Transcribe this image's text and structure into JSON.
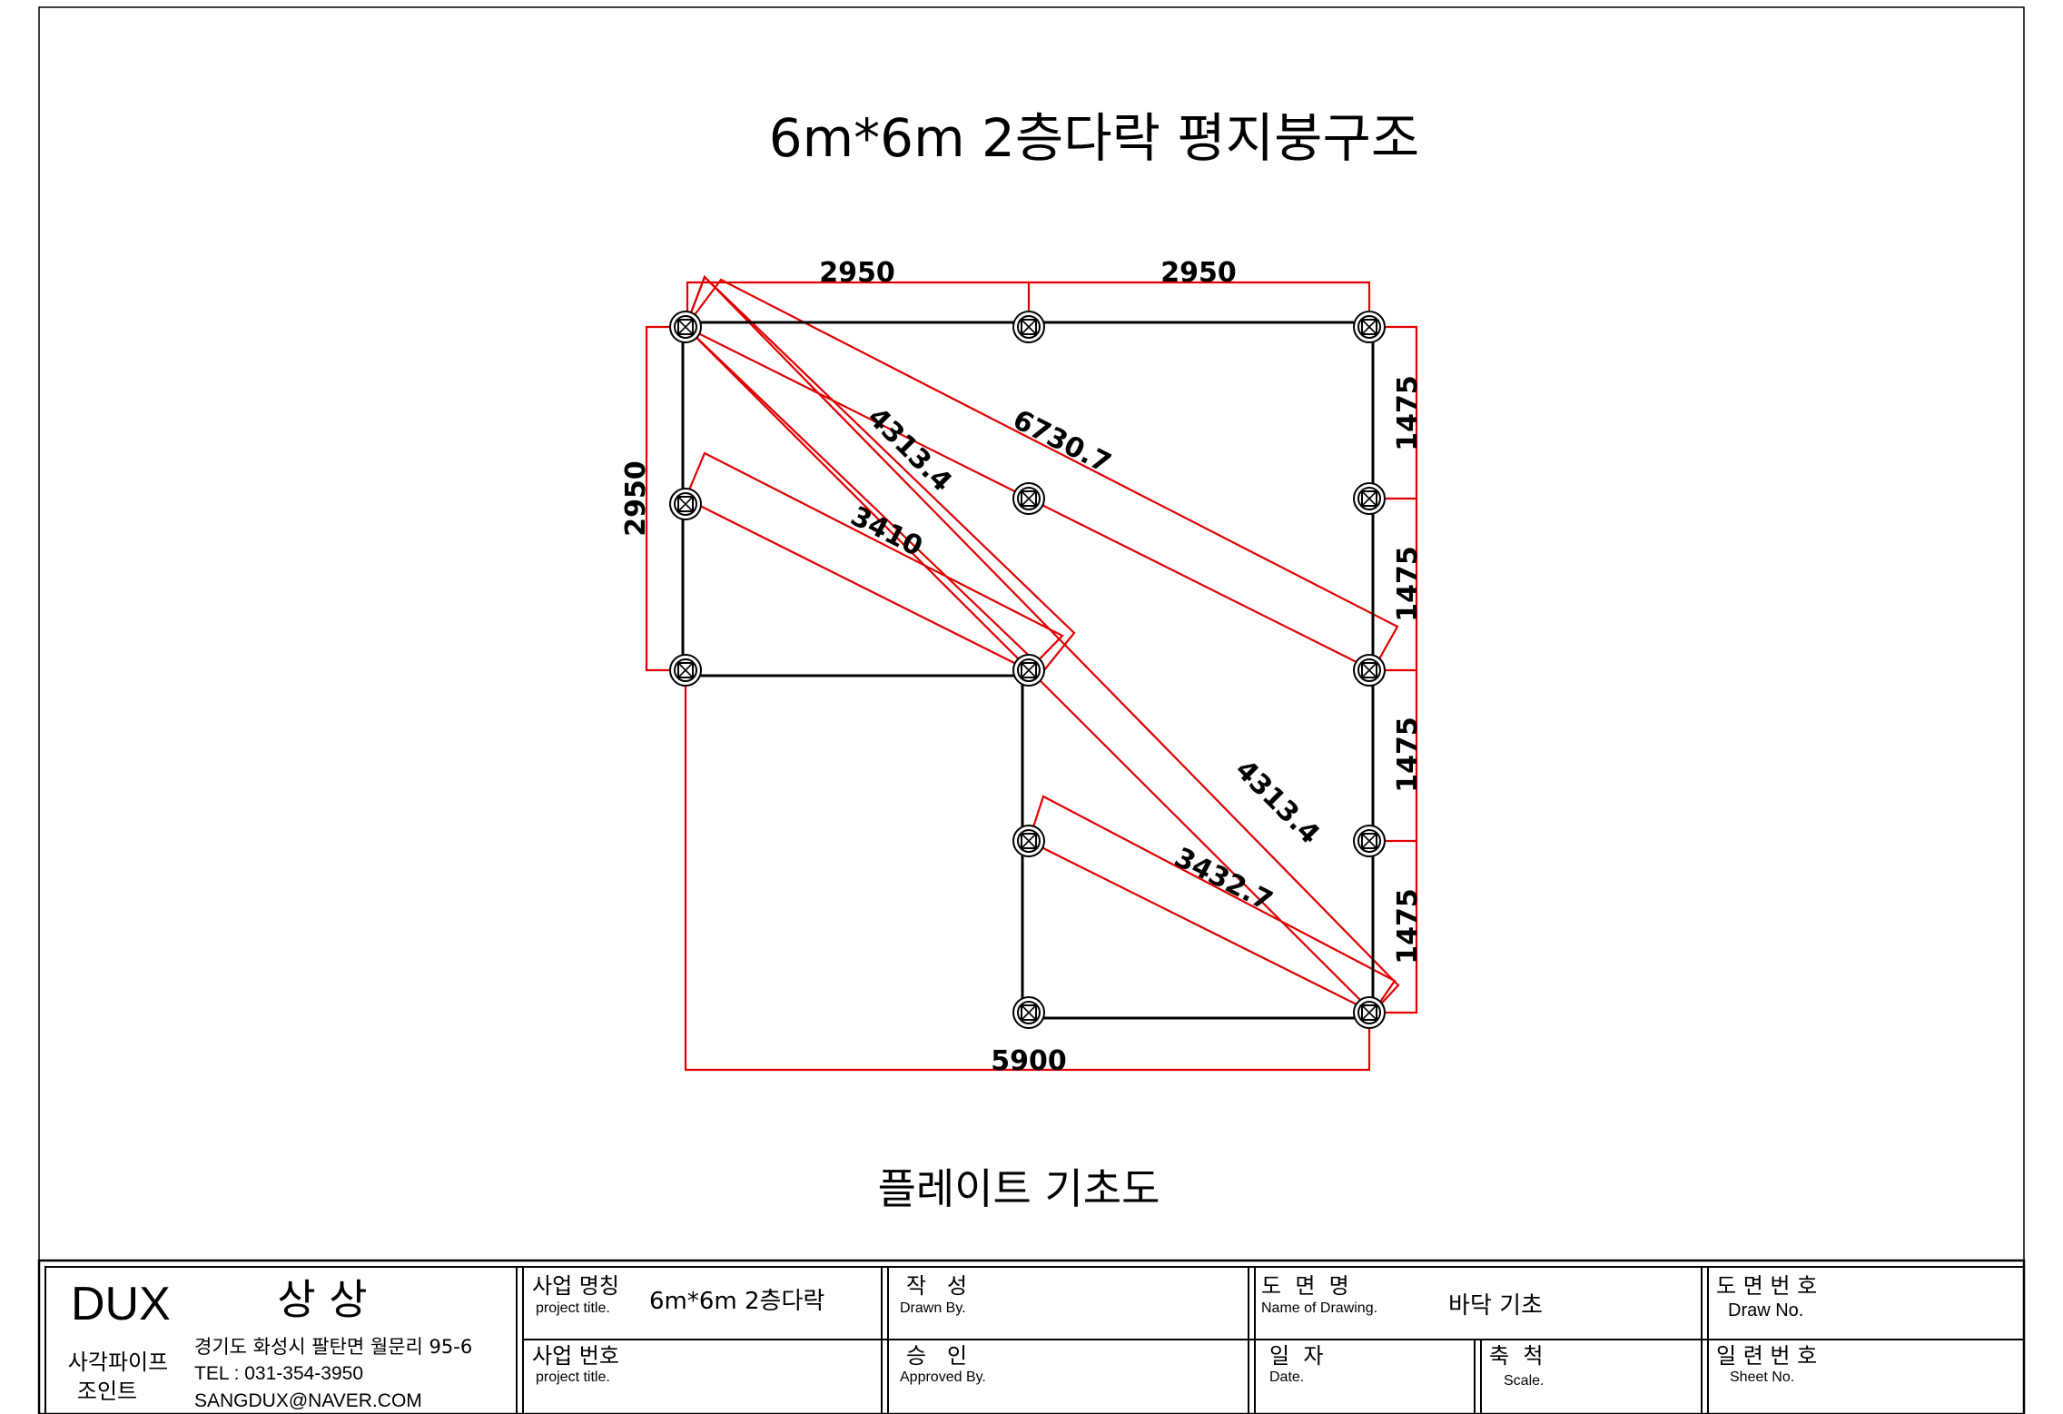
{
  "drawing": {
    "title": "6m*6m 2층다락 평지붕구조",
    "subtitle": "플레이트 기초도",
    "dimensions": {
      "top_left": "2950",
      "top_right": "2950",
      "left": "2950",
      "right_1": "1475",
      "right_2": "1475",
      "right_3": "1475",
      "right_4": "1475",
      "bottom": "5900",
      "diag_upper_long": "6730.7",
      "diag_upper_short": "4313.4",
      "diag_lower_long": "4313.4",
      "diag_left_mid": "3410",
      "diag_lower_short": "3432.7"
    },
    "colors": {
      "dimension_line": "#e00000",
      "structure_line": "#000000"
    }
  },
  "title_block": {
    "company": {
      "brand": "DUX",
      "name": "상 상",
      "product_line1": "사각파이프",
      "product_line2": "조인트",
      "address": "경기도 화성시 팔탄면 월문리 95-6",
      "tel": "TEL : 031-354-3950",
      "email": "SANGDUX@NAVER.COM"
    },
    "project_name": {
      "label": "사업 명칭",
      "label_en": "project title.",
      "value": "6m*6m 2층다락"
    },
    "project_number": {
      "label": "사업 번호",
      "label_en": "project title.",
      "value": ""
    },
    "drawn_by": {
      "label": "작   성",
      "label_en": "Drawn By.",
      "value": ""
    },
    "approved_by": {
      "label": "승   인",
      "label_en": "Approved By.",
      "value": ""
    },
    "drawing_name": {
      "label": "도  면  명",
      "label_en": "Name of Drawing.",
      "value": "바닥 기초"
    },
    "date": {
      "label": "일  자",
      "label_en": "Date.",
      "value": ""
    },
    "scale": {
      "label": "축  척",
      "label_en": "Scale.",
      "value": ""
    },
    "draw_no": {
      "label": "도 면 번 호",
      "label_en": "Draw No.",
      "value": ""
    },
    "sheet_no": {
      "label": "일 련 번 호",
      "label_en": "Sheet No.",
      "value": ""
    }
  }
}
